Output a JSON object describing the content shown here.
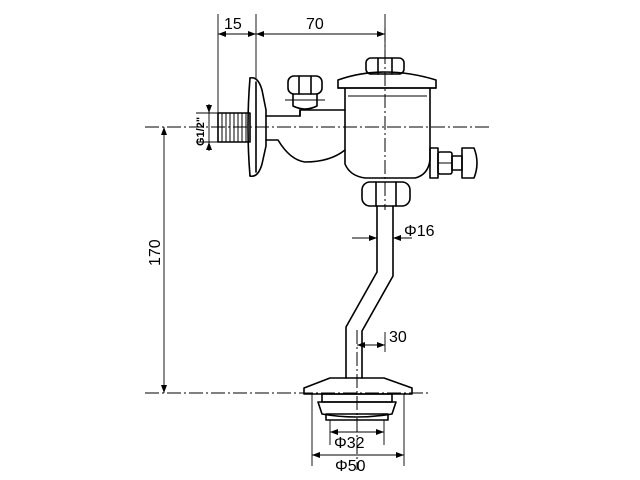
{
  "dimensions": {
    "flange_offset": "15",
    "horizontal_reach": "70",
    "thread_spec": "G1/2\"",
    "height": "170",
    "pipe_diameter": "Φ16",
    "offset": "30",
    "inner_outlet": "Φ32",
    "outer_outlet": "Φ50"
  }
}
